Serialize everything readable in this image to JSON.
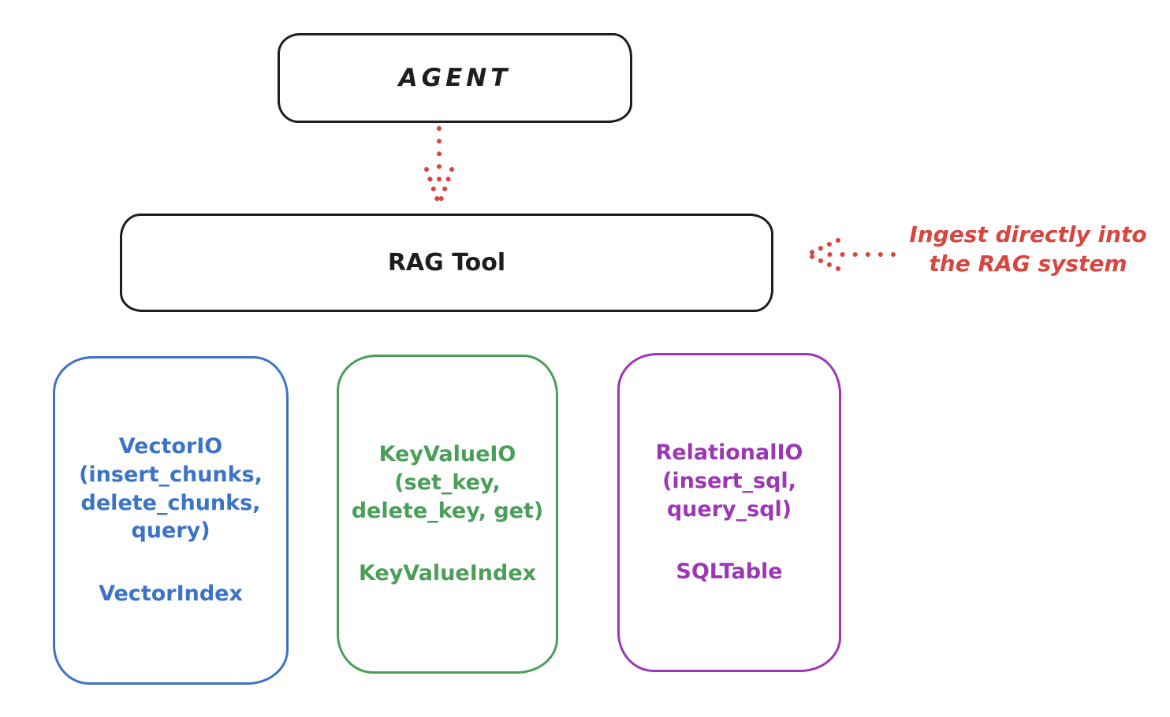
{
  "colors": {
    "black": "#1e1e1e",
    "red": "#d9453f",
    "blue": "#3b73c8",
    "green": "#4a9e57",
    "purple": "#9c36b5"
  },
  "agent_box": {
    "label": "AGENT"
  },
  "rag_box": {
    "label": "RAG Tool"
  },
  "annotation": {
    "lines": [
      "Ingest directly into",
      "the RAG system"
    ]
  },
  "storage_boxes": [
    {
      "id": "vector-io",
      "color": "#3b73c8",
      "lines": [
        "VectorIO",
        "(insert_chunks,",
        "delete_chunks,",
        "query)"
      ],
      "index_label": "VectorIndex"
    },
    {
      "id": "keyvalue-io",
      "color": "#4a9e57",
      "lines": [
        "KeyValueIO",
        "(set_key,",
        "delete_key, get)"
      ],
      "index_label": "KeyValueIndex"
    },
    {
      "id": "relational-io",
      "color": "#9c36b5",
      "lines": [
        "RelationalIO",
        "(insert_sql,",
        "query_sql)"
      ],
      "index_label": "SQLTable"
    }
  ]
}
